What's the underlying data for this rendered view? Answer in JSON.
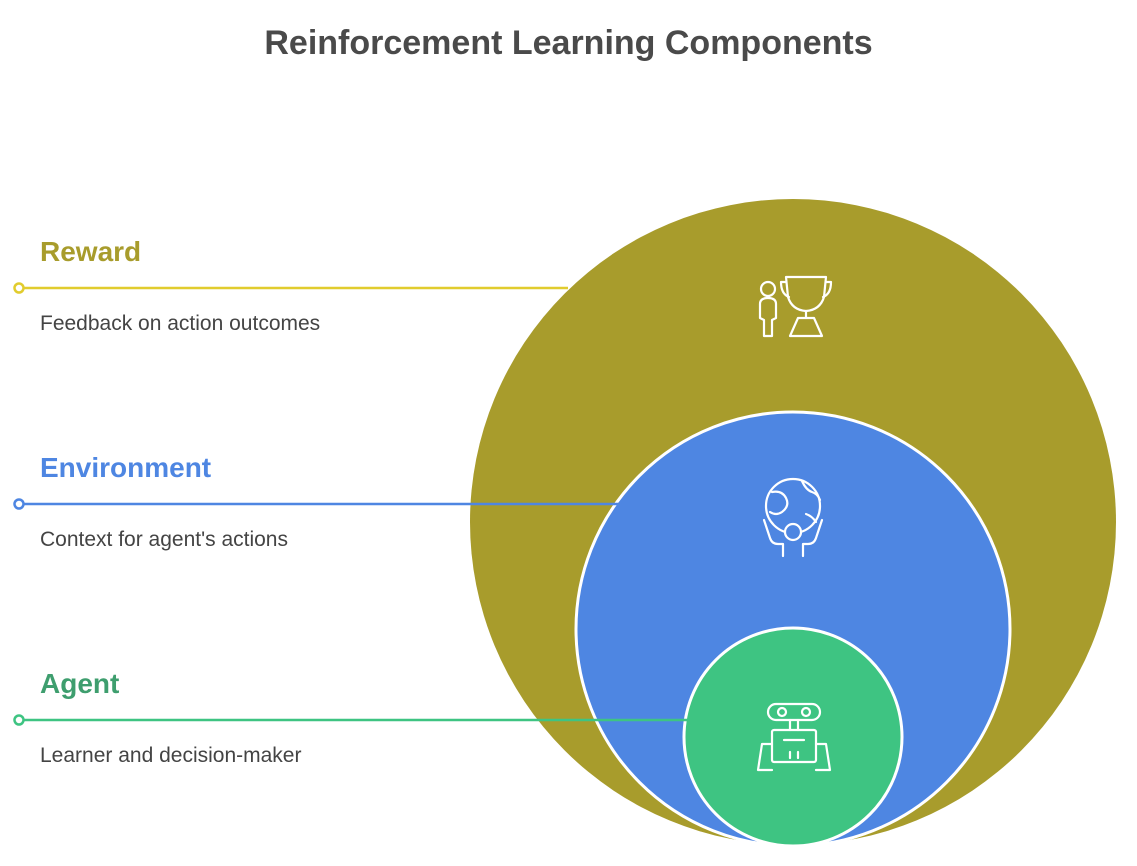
{
  "title": "Reinforcement Learning Components",
  "layers": [
    {
      "id": "reward",
      "title": "Reward",
      "description": "Feedback on action outcomes",
      "color": "#A89C2C",
      "line_color": "#E1CC2E",
      "icon": "person-trophy-icon"
    },
    {
      "id": "environment",
      "title": "Environment",
      "description": "Context for agent's actions",
      "color": "#4E86E2",
      "line_color": "#4E86E2",
      "icon": "globe-person-icon"
    },
    {
      "id": "agent",
      "title": "Agent",
      "description": "Learner and decision-maker",
      "color": "#3EC482",
      "line_color": "#3EC482",
      "icon": "robot-icon"
    }
  ]
}
